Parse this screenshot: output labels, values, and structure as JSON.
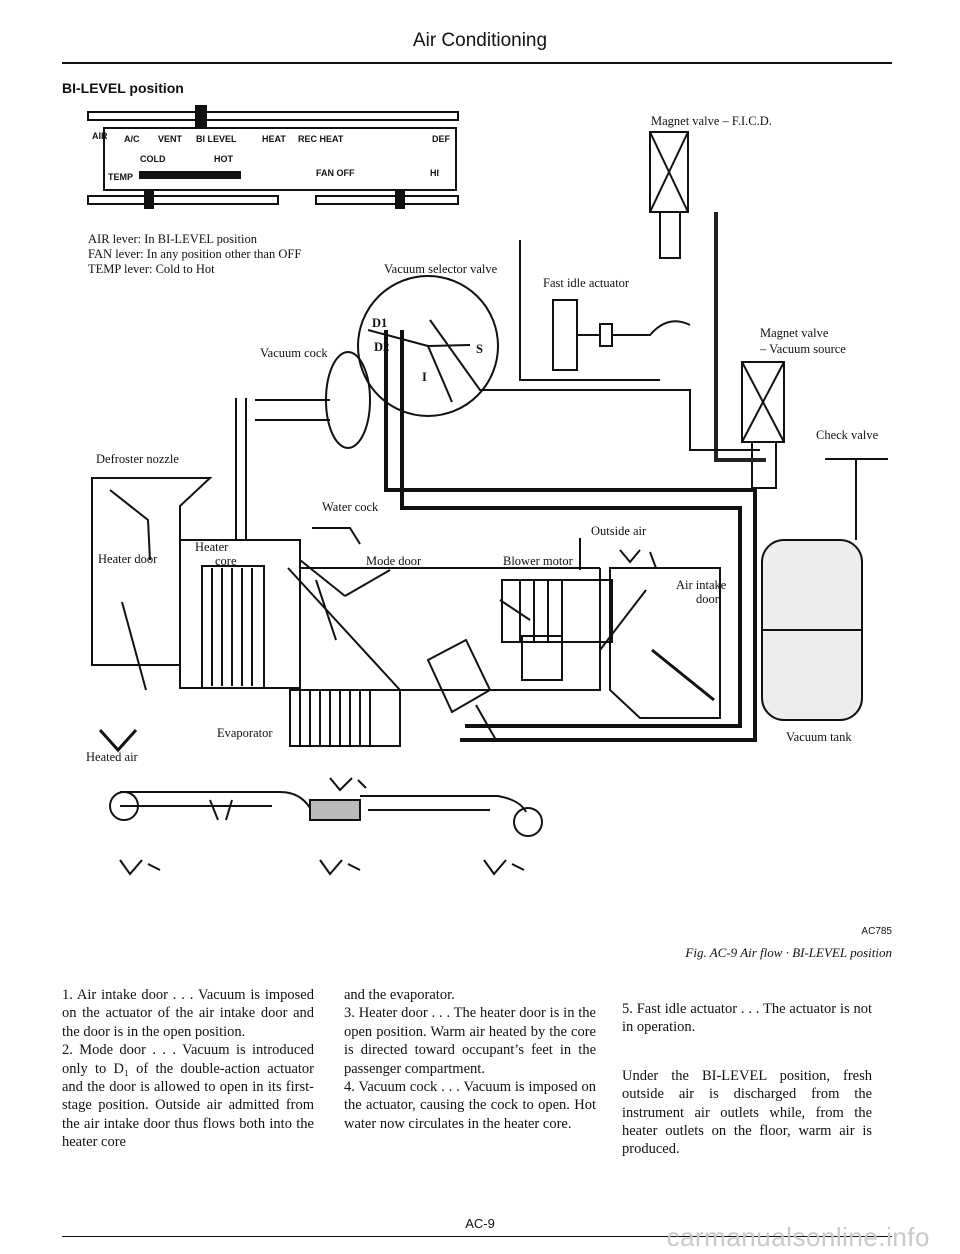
{
  "header": {
    "title": "Air Conditioning"
  },
  "section": {
    "title": "BI-LEVEL position"
  },
  "control_panel": {
    "row1": [
      "AIR",
      "A/C",
      "VENT",
      "BI LEVEL",
      "HEAT",
      "REC HEAT",
      "DEF"
    ],
    "cold": "COLD",
    "hot": "HOT",
    "temp": "TEMP",
    "fan": "FAN OFF",
    "hi": "HI"
  },
  "levers": {
    "air": "AIR lever: In BI-LEVEL position",
    "fan": "FAN lever: In any position other than OFF",
    "temp": "TEMP lever: Cold to Hot"
  },
  "labels": {
    "magnet_fic": "Magnet valve – F.I.C.D.",
    "vacuum_selector": "Vacuum selector valve",
    "fast_idle": "Fast idle actuator",
    "magnet_vacuum_1": "Magnet valve",
    "magnet_vacuum_2": "– Vacuum source",
    "vacuum_cock": "Vacuum cock",
    "check_valve": "Check valve",
    "defroster": "Defroster nozzle",
    "water_cock": "Water cock",
    "outside_air": "Outside air",
    "heater_door": "Heater door",
    "heater_core_1": "Heater",
    "heater_core_2": "core",
    "mode_door": "Mode door",
    "blower_motor": "Blower motor",
    "air_intake_1": "Air intake",
    "air_intake_2": "door",
    "evaporator": "Evaporator",
    "heated_air": "Heated air",
    "vacuum_tank": "Vacuum tank",
    "d1": "D1",
    "d2": "D2",
    "s": "S",
    "i": "I"
  },
  "figure": {
    "code": "AC785",
    "caption": "Fig. AC-9 Air flow · BI-LEVEL position"
  },
  "body": {
    "col1": "1. Air intake door . . . Vacuum is imposed on the actuator of the air intake door and the door is in the open position.",
    "col1b": "2. Mode door . . . Vacuum is introduced only to D₁ of the double-action actuator and the door is allowed to open in its first-stage position. Outside air admitted from the air intake door thus flows both into the heater core",
    "col2": "and the evaporator.",
    "col2b": "3. Heater door . . . The heater door is in the open position. Warm air heated by the core is directed toward occupant’s feet in the passenger compartment.",
    "col2c": "4. Vacuum cock . . . Vacuum is imposed on the actuator, causing the cock to open. Hot water now circulates in the heater core.",
    "col3": "5. Fast idle actuator . . . The actuator is not in operation.",
    "col3b": "Under the BI-LEVEL position, fresh outside air is discharged from the instrument air outlets while, from the heater outlets on the floor, warm air is produced."
  },
  "footer": {
    "page": "AC-9",
    "watermark": "carmanualsonline.info"
  }
}
